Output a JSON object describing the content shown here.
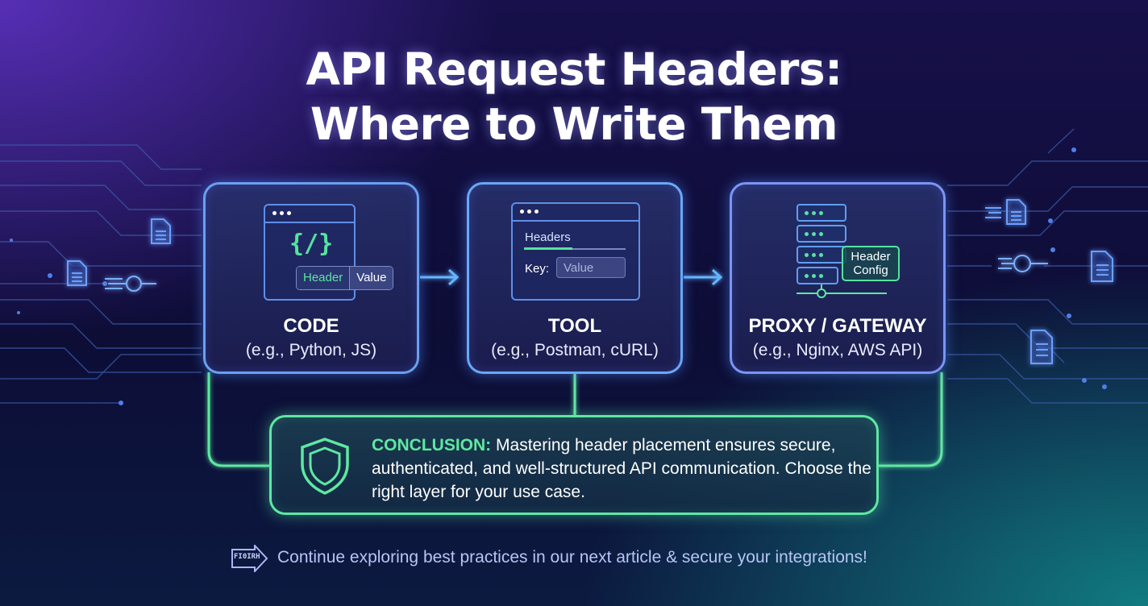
{
  "title": {
    "line1": "API Request Headers:",
    "line2": "Where to Write Them"
  },
  "cards": {
    "code": {
      "title": "CODE",
      "subtitle": "(e.g., Python, JS)",
      "glyph": "{/}",
      "pill_key": "Header",
      "pill_value": "Value"
    },
    "tool": {
      "title": "TOOL",
      "subtitle": "(e.g., Postman, cURL)",
      "headers_label": "Headers",
      "key_label": "Key:",
      "value_placeholder": "Value"
    },
    "proxy": {
      "title": "PROXY / GATEWAY",
      "subtitle": "(e.g., Nginx, AWS API)",
      "config_line1": "Header",
      "config_line2": "Config"
    }
  },
  "conclusion": {
    "label": "CONCLUSION:",
    "text": "Mastering header placement ensures secure, authenticated, and well-structured API communication. Choose the right layer for your use case."
  },
  "footer": {
    "icon_text": "FI0IRH",
    "text": "Continue exploring best practices in our next article & secure your integrations!"
  },
  "colors": {
    "accent_green": "#5ee8a2",
    "accent_blue": "#6aa0f0",
    "background": "#0d0d36"
  },
  "icons": {
    "code_card": "browser-window-icon",
    "tool_card": "form-window-icon",
    "proxy_card": "server-stack-icon",
    "conclusion": "shield-icon",
    "footer": "arrow-right-icon",
    "decoration": "document-icon"
  }
}
